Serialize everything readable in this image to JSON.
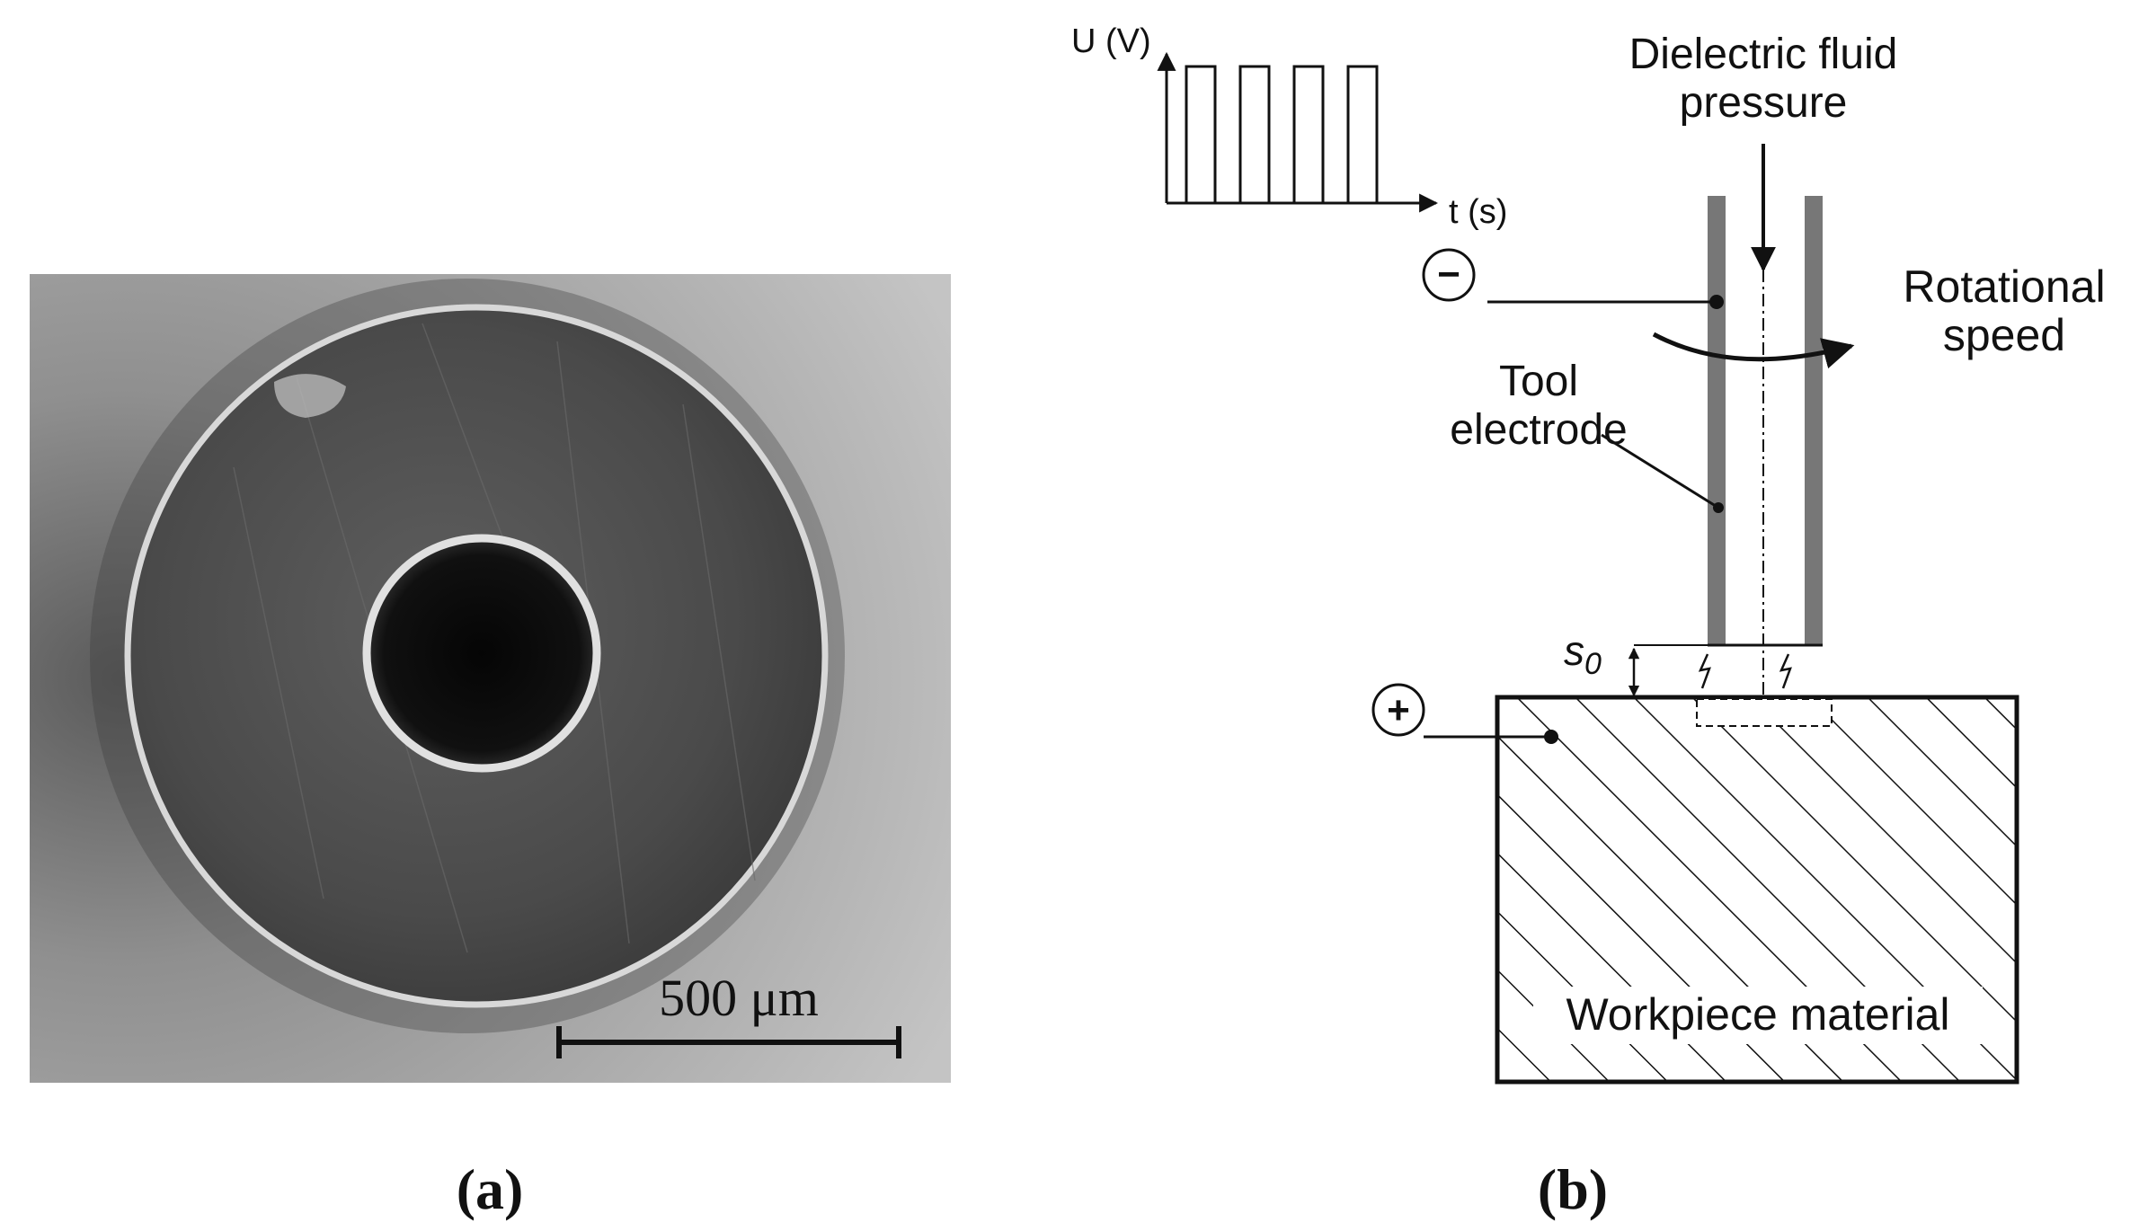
{
  "panel_a": {
    "label": "(a)",
    "scale_bar_label": "500 μm"
  },
  "panel_b": {
    "label": "(b)",
    "waveform": {
      "y_axis_label": "U (V)",
      "x_axis_label": "t (s)",
      "pulse_count": 4
    },
    "labels": {
      "dielectric_line1": "Dielectric fluid",
      "dielectric_line2": "pressure",
      "rotational_line1": "Rotational",
      "rotational_line2": "speed",
      "tool_line1": "Tool",
      "tool_line2": "electrode",
      "gap": "s",
      "gap_subscript": "0",
      "workpiece": "Workpiece material",
      "minus_symbol": "−",
      "plus_symbol": "+"
    }
  }
}
